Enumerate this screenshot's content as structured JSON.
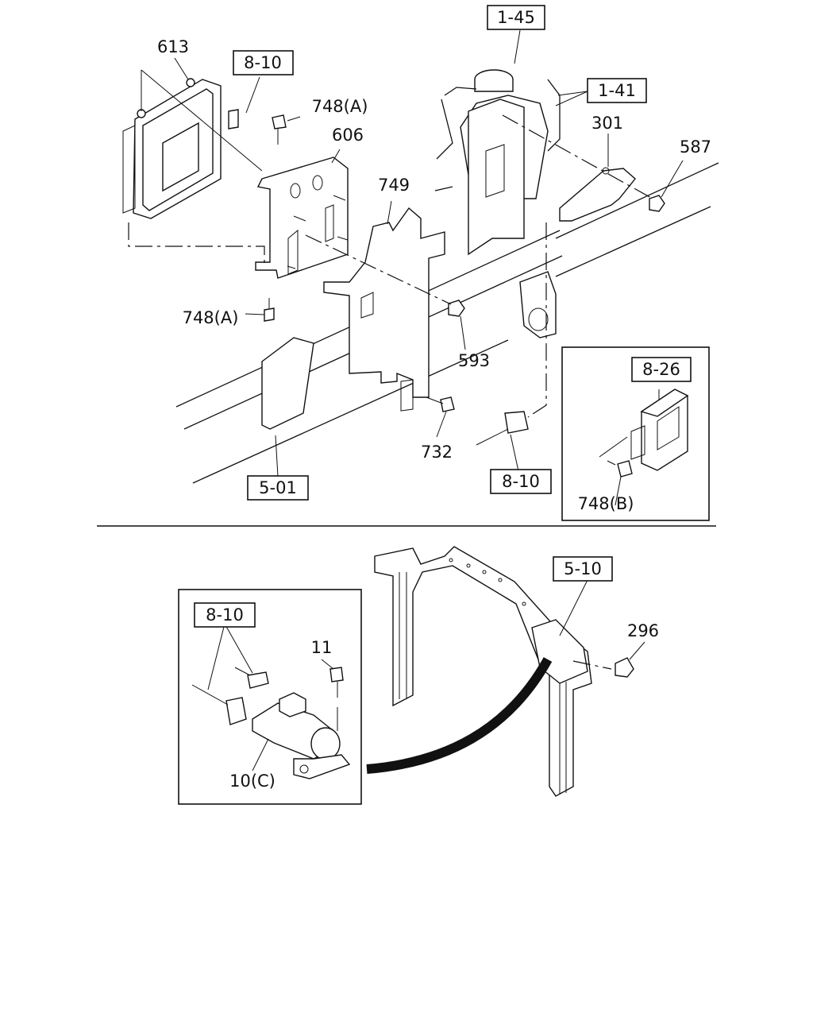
{
  "labels": {
    "ref_1_45": "1-45",
    "ref_8_10_top": "8-10",
    "num_613": "613",
    "ref_1_41": "1-41",
    "num_748a_top": "748(A)",
    "num_606": "606",
    "num_301": "301",
    "num_587": "587",
    "num_749": "749",
    "num_748a_left": "748(A)",
    "num_593": "593",
    "ref_8_26": "8-26",
    "num_732": "732",
    "ref_5_01": "5-01",
    "ref_8_10_mid": "8-10",
    "num_748b": "748(B)",
    "ref_5_10": "5-10",
    "num_296": "296",
    "ref_8_10_inset": "8-10",
    "num_11": "11",
    "num_10c": "10(C)"
  }
}
